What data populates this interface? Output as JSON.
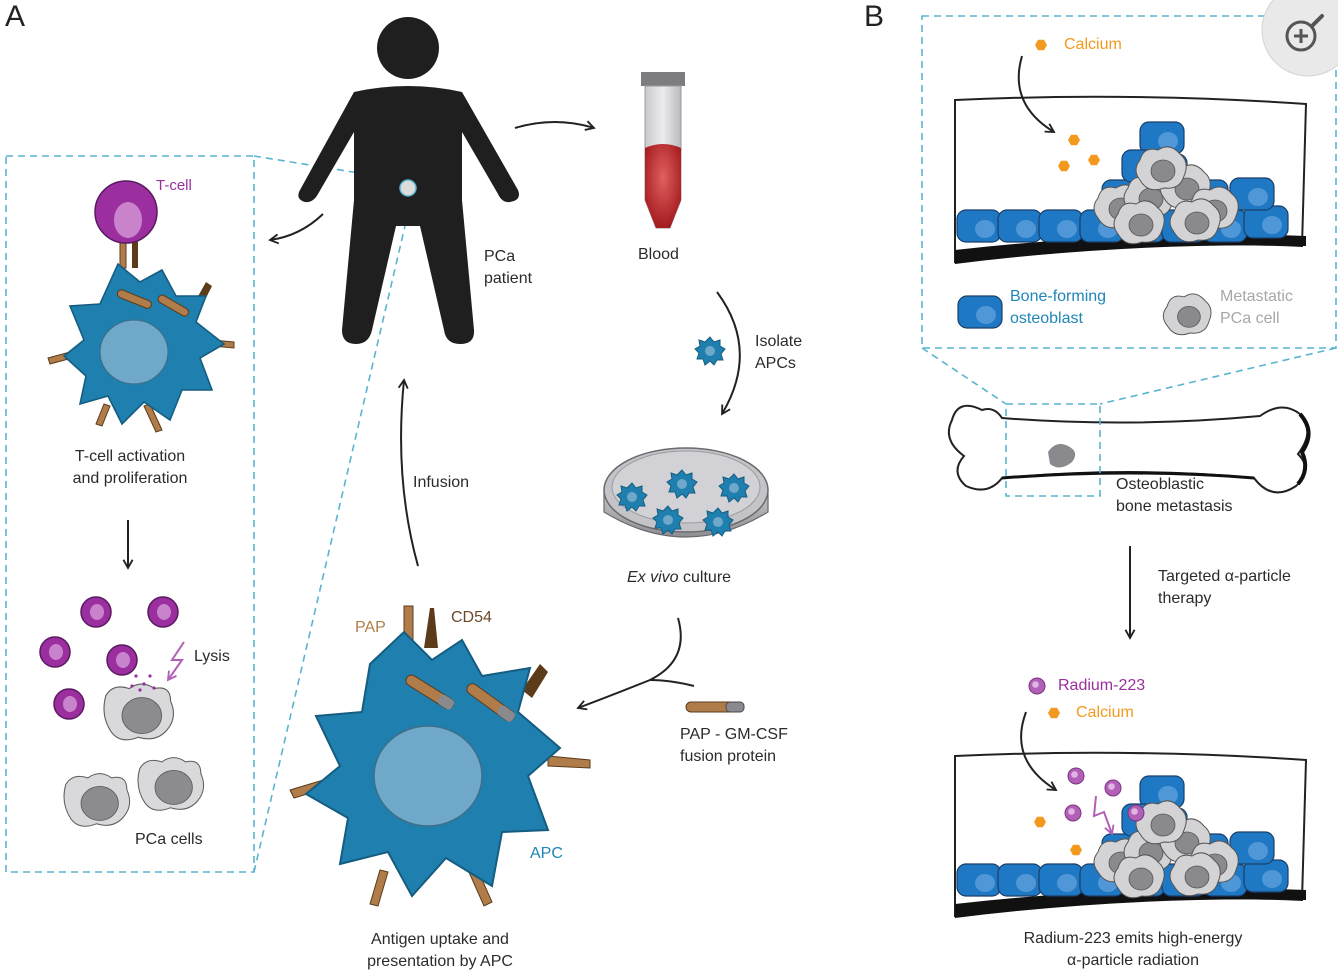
{
  "panels": {
    "a": "A",
    "b": "B"
  },
  "panel_a": {
    "patient": "PCa\npatient",
    "blood": "Blood",
    "isolate": "Isolate\nAPCs",
    "culture_italic": "Ex vivo",
    "culture_rest": " culture",
    "fusion": "PAP - GM-CSF\nfusion protein",
    "uptake": "Antigen uptake and\npresentation by APC",
    "infusion": "Infusion",
    "pap": "PAP",
    "cd54": "CD54",
    "apc": "APC",
    "tcell": "T-cell",
    "activation": "T-cell activation\nand proliferation",
    "lysis": "Lysis",
    "pca_cells": "PCa cells"
  },
  "panel_b": {
    "calcium": "Calcium",
    "osteoblast": "Bone-forming\nosteoblast",
    "metastatic": "Metastatic\nPCa cell",
    "bone_met": "Osteoblastic\nbone metastasis",
    "therapy": "Targeted α-particle\ntherapy",
    "radium": "Radium-223",
    "calcium2": "Calcium",
    "emits": "Radium-223 emits high-energy\nα-particle radiation"
  },
  "toolbar": {
    "zoom": "zoom-in"
  },
  "colors": {
    "apc_blue": "#1f7fae",
    "nucleus": "#6fa8c8",
    "tcell_purple": "#9b2fa0",
    "osteoblast": "#1f78c4",
    "calcium": "#f29a1f",
    "radium": "#b25fb8",
    "dashed": "#5ab4cf"
  }
}
